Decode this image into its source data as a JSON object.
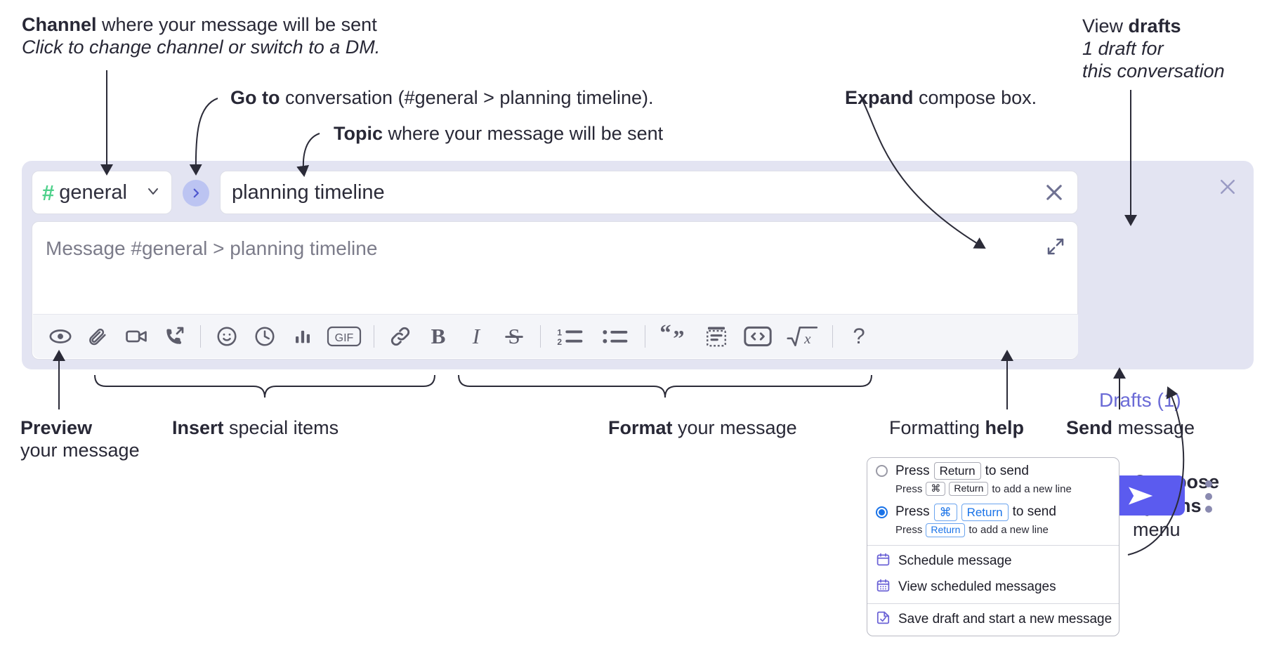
{
  "annotations": {
    "channel": {
      "line1_bold": "Channel",
      "line1_rest": " where your message will be sent",
      "line2": "Click to change channel or switch to a DM."
    },
    "goto": {
      "bold": "Go to",
      "rest": " conversation (#general > planning timeline)."
    },
    "topic": {
      "bold": "Topic",
      "rest": " where your message will be sent"
    },
    "expand": {
      "bold": "Expand",
      "rest": " compose box."
    },
    "drafts": {
      "line1_rest": "View ",
      "line1_bold": "drafts",
      "line2": "1 draft for",
      "line3": "this conversation"
    },
    "preview": {
      "bold": "Preview",
      "line2": "your message"
    },
    "insert": {
      "bold": "Insert",
      "rest": " special items"
    },
    "format": {
      "bold": "Format",
      "rest": " your message"
    },
    "help": {
      "rest": "Formatting ",
      "bold": "help"
    },
    "send": {
      "bold": "Send",
      "rest": " message"
    },
    "compose_options": {
      "line1": "Compose",
      "line2": "options",
      "line3": "menu"
    }
  },
  "compose": {
    "channel_name": "general",
    "channel_hash": "#",
    "topic_value": "planning timeline",
    "message_placeholder": "Message #general > planning timeline",
    "drafts_label": "Drafts (1)",
    "toolbar": [
      {
        "name": "preview-icon",
        "label": "Preview"
      },
      {
        "name": "attachment-icon",
        "label": "Attach file"
      },
      {
        "name": "video-icon",
        "label": "Video"
      },
      {
        "name": "audio-call-icon",
        "label": "Audio clip"
      },
      {
        "name": "divider-1",
        "label": ""
      },
      {
        "name": "emoji-icon",
        "label": "Emoji"
      },
      {
        "name": "clock-icon",
        "label": "Reminder"
      },
      {
        "name": "poll-icon",
        "label": "Poll"
      },
      {
        "name": "gif-icon",
        "label": "GIF"
      },
      {
        "name": "divider-2",
        "label": ""
      },
      {
        "name": "link-icon",
        "label": "Link"
      },
      {
        "name": "bold-icon",
        "label": "B"
      },
      {
        "name": "italic-icon",
        "label": "I"
      },
      {
        "name": "strikethrough-icon",
        "label": "S"
      },
      {
        "name": "divider-3",
        "label": ""
      },
      {
        "name": "ordered-list-icon",
        "label": "Ordered list"
      },
      {
        "name": "bulleted-list-icon",
        "label": "Bulleted list"
      },
      {
        "name": "divider-4",
        "label": ""
      },
      {
        "name": "blockquote-icon",
        "label": "Blockquote"
      },
      {
        "name": "code-block-icon",
        "label": "Code block"
      },
      {
        "name": "code-snippet-icon",
        "label": "Code"
      },
      {
        "name": "math-icon",
        "label": "Math"
      },
      {
        "name": "divider-5",
        "label": ""
      },
      {
        "name": "help-icon",
        "label": "?"
      }
    ]
  },
  "menu": {
    "option_1": {
      "selected": false,
      "pre": "Press",
      "key": "Return",
      "post": "to send",
      "sub_pre": "Press",
      "sub_key1": "⌘",
      "sub_key2": "Return",
      "sub_post": "to add a new line"
    },
    "option_2": {
      "selected": true,
      "pre": "Press",
      "key1": "⌘",
      "key2": "Return",
      "post": "to send",
      "sub_pre": "Press",
      "sub_key": "Return",
      "sub_post": "to add a new line"
    },
    "items": [
      {
        "icon": "calendar-icon",
        "label": "Schedule message"
      },
      {
        "icon": "calendar-grid-icon",
        "label": "View scheduled messages"
      },
      {
        "icon": "save-draft-icon",
        "label": "Save draft and start a new message"
      }
    ]
  },
  "colors": {
    "panel_bg": "#e3e4f2",
    "accent_purple": "#5b5bef",
    "drafts_text": "#6b6bd6",
    "hash_green": "#4fd18b",
    "goto_bubble": "#bcc4f2",
    "radio_blue": "#1a73e8",
    "menu_icon_purple": "#6b62d6"
  }
}
